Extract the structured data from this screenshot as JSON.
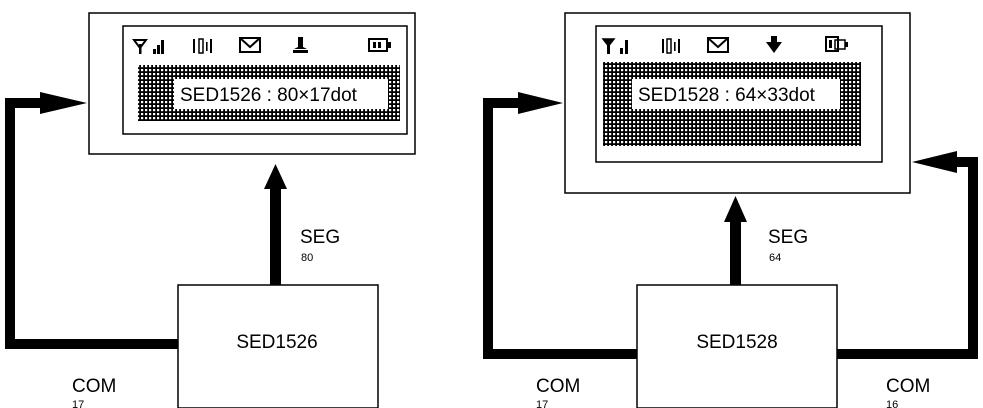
{
  "left": {
    "lcd_label": "SED1526 : 80×17dot",
    "chip_label": "SED1526",
    "seg_label": "SEG",
    "seg_count": "80",
    "com_label": "COM",
    "com_count": "17"
  },
  "right": {
    "lcd_label": "SED1528 : 64×33dot",
    "chip_label": "SED1528",
    "seg_label": "SEG",
    "seg_count": "64",
    "com_left_label": "COM",
    "com_left_count": "17",
    "com_right_label": "COM",
    "com_right_count": "16"
  },
  "icons": [
    "antenna-icon",
    "signal-bars-icon",
    "vibrate-icon",
    "envelope-icon",
    "bell-icon",
    "battery-icon"
  ]
}
